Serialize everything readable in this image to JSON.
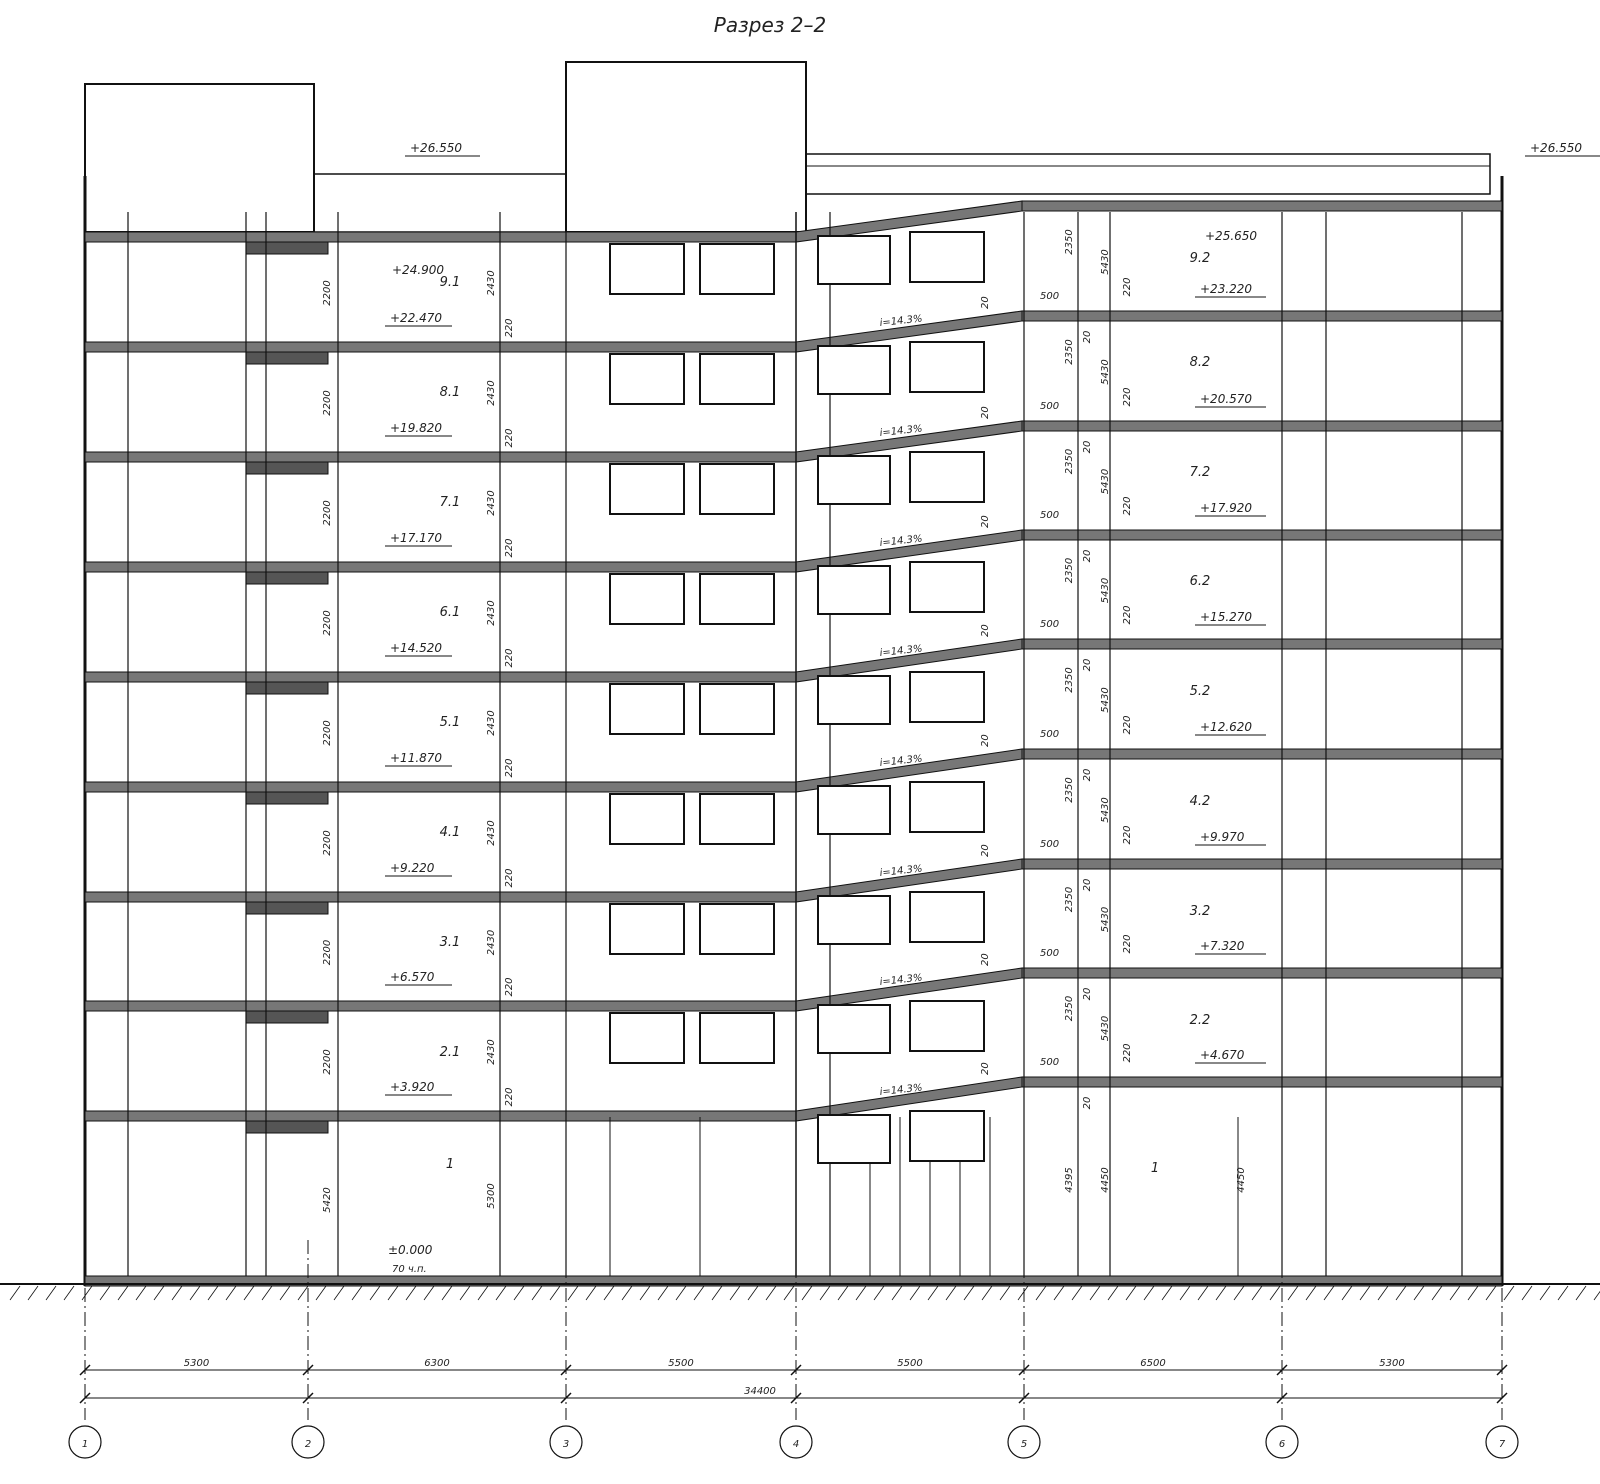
{
  "title": "Разрез 2–2",
  "roof_left": "+26.550",
  "roof_right": "+26.550",
  "roof_inner_right": "+25.650",
  "ground_level": "±0.000",
  "ground_note": "70 ч.п.",
  "slope": "i=14.3%",
  "stair_dim": "500",
  "stair_rise": "20",
  "left_rooms": [
    {
      "room": "1",
      "elev": "±0.000"
    },
    {
      "room": "2.1",
      "elev": "+3.920"
    },
    {
      "room": "3.1",
      "elev": "+6.570"
    },
    {
      "room": "4.1",
      "elev": "+9.220"
    },
    {
      "room": "5.1",
      "elev": "+11.870"
    },
    {
      "room": "6.1",
      "elev": "+14.520"
    },
    {
      "room": "7.1",
      "elev": "+17.170"
    },
    {
      "room": "8.1",
      "elev": "+19.820"
    },
    {
      "room": "9.1",
      "elev": "+22.470"
    }
  ],
  "left_top_elev": "+24.900",
  "right_rooms": [
    {
      "room": "1",
      "elev": ""
    },
    {
      "room": "2.2",
      "elev": "+4.670"
    },
    {
      "room": "3.2",
      "elev": "+7.320"
    },
    {
      "room": "4.2",
      "elev": "+9.970"
    },
    {
      "room": "5.2",
      "elev": "+12.620"
    },
    {
      "room": "6.2",
      "elev": "+15.270"
    },
    {
      "room": "7.2",
      "elev": "+17.920"
    },
    {
      "room": "8.2",
      "elev": "+20.570"
    },
    {
      "room": "9.2",
      "elev": "+23.220"
    }
  ],
  "vertical_dims": {
    "col_a": "2200",
    "col_a_ground": "5420",
    "col_b": "2430",
    "col_b_small": "220",
    "col_b_ground": "5300",
    "col_c": "2350",
    "col_c_small": "20",
    "col_c_ground": "4395",
    "col_d": "5430",
    "col_d_small": "220",
    "col_d_ground": "4450",
    "col_e_ground": "4450"
  },
  "spans": [
    "5300",
    "6300",
    "5500",
    "5500",
    "6500",
    "5300"
  ],
  "total_span": "34400",
  "axes": [
    "1",
    "2",
    "3",
    "4",
    "5",
    "6",
    "7"
  ]
}
